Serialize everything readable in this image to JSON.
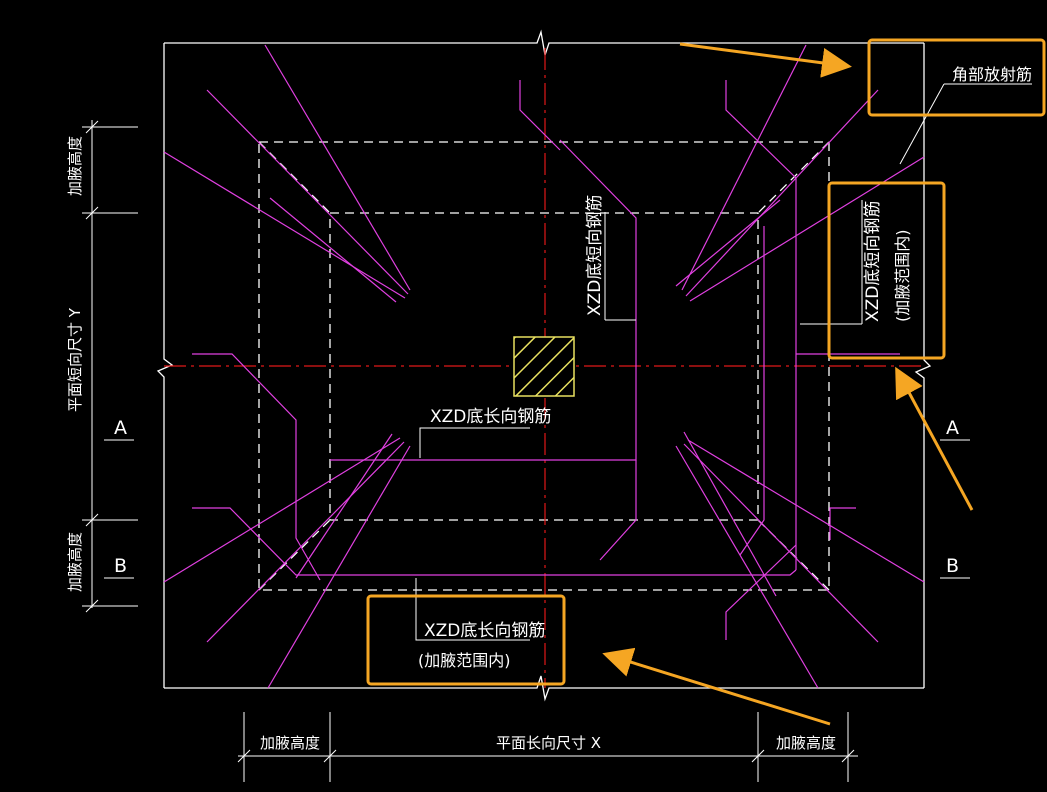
{
  "labels": {
    "corner_radial": "角部放射筋",
    "short_rebar": "XZD底短向钢筋",
    "short_rebar_range": "XZD底短向钢筋",
    "short_range_note": "(加腋范围内)",
    "long_rebar": "XZD底长向钢筋",
    "long_rebar_range": "XZD底长向钢筋",
    "long_range_note": "(加腋范围内)",
    "haunch_height": "加腋高度",
    "plan_short_dim": "平面短向尺寸 Y",
    "plan_long_dim": "平面长向尺寸 X",
    "section_a": "A",
    "section_b": "B"
  },
  "colors": {
    "background": "#000000",
    "outline": "#ffffff",
    "rebar": "#e040e0",
    "centerline": "#e01818",
    "highlight": "#f5a623",
    "column": "#e8e060"
  }
}
